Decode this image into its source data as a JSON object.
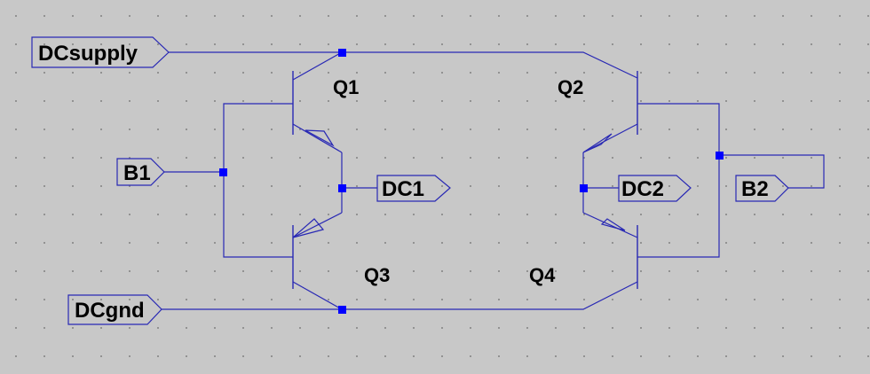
{
  "schematic": {
    "wire_color": "#2828b4",
    "node_color": "#0000ff",
    "background_color": "#c8c8c8",
    "labels": {
      "dcsupply": "DCsupply",
      "dcgnd": "DCgnd",
      "b1": "B1",
      "b2": "B2",
      "dc1": "DC1",
      "dc2": "DC2"
    },
    "transistors": {
      "q1": "Q1",
      "q2": "Q2",
      "q3": "Q3",
      "q4": "Q4"
    }
  }
}
